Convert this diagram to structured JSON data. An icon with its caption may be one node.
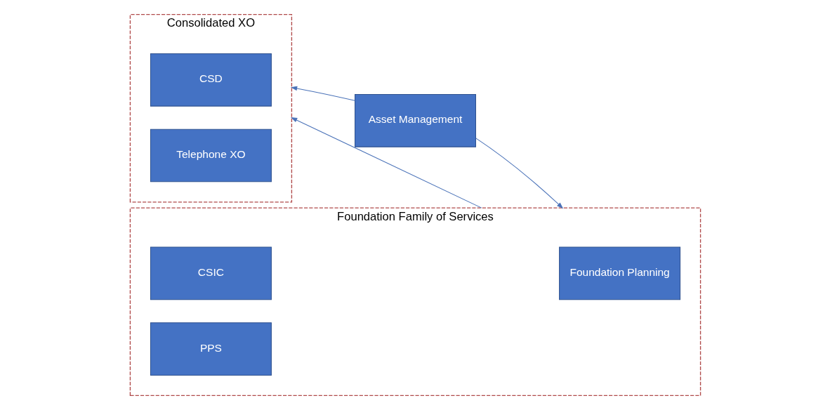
{
  "diagram": {
    "nodes": [
      {
        "text": [
          "Consolidated XO"
        ]
      },
      {
        "text": [
          "CSD"
        ],
        "in": 0
      },
      {
        "text": [
          "Telephone XO"
        ],
        "in": 0
      },
      {
        "text": [
          "Asset Management"
        ]
      },
      {
        "text": [
          "Foundation Family of Services"
        ]
      },
      {
        "text": [
          "Foundation Planning"
        ],
        "in": 4
      },
      {
        "text": [
          "CSIC"
        ],
        "in": 4
      },
      {
        "text": [
          "PPS"
        ],
        "in": 4
      }
    ],
    "edges": [
      {
        "from": 3,
        "to": 0,
        "arrow": "to"
      },
      {
        "from": 3,
        "to": 4,
        "arrow": "to"
      },
      {
        "from": 4,
        "to": 0,
        "arrow": "to"
      }
    ]
  }
}
